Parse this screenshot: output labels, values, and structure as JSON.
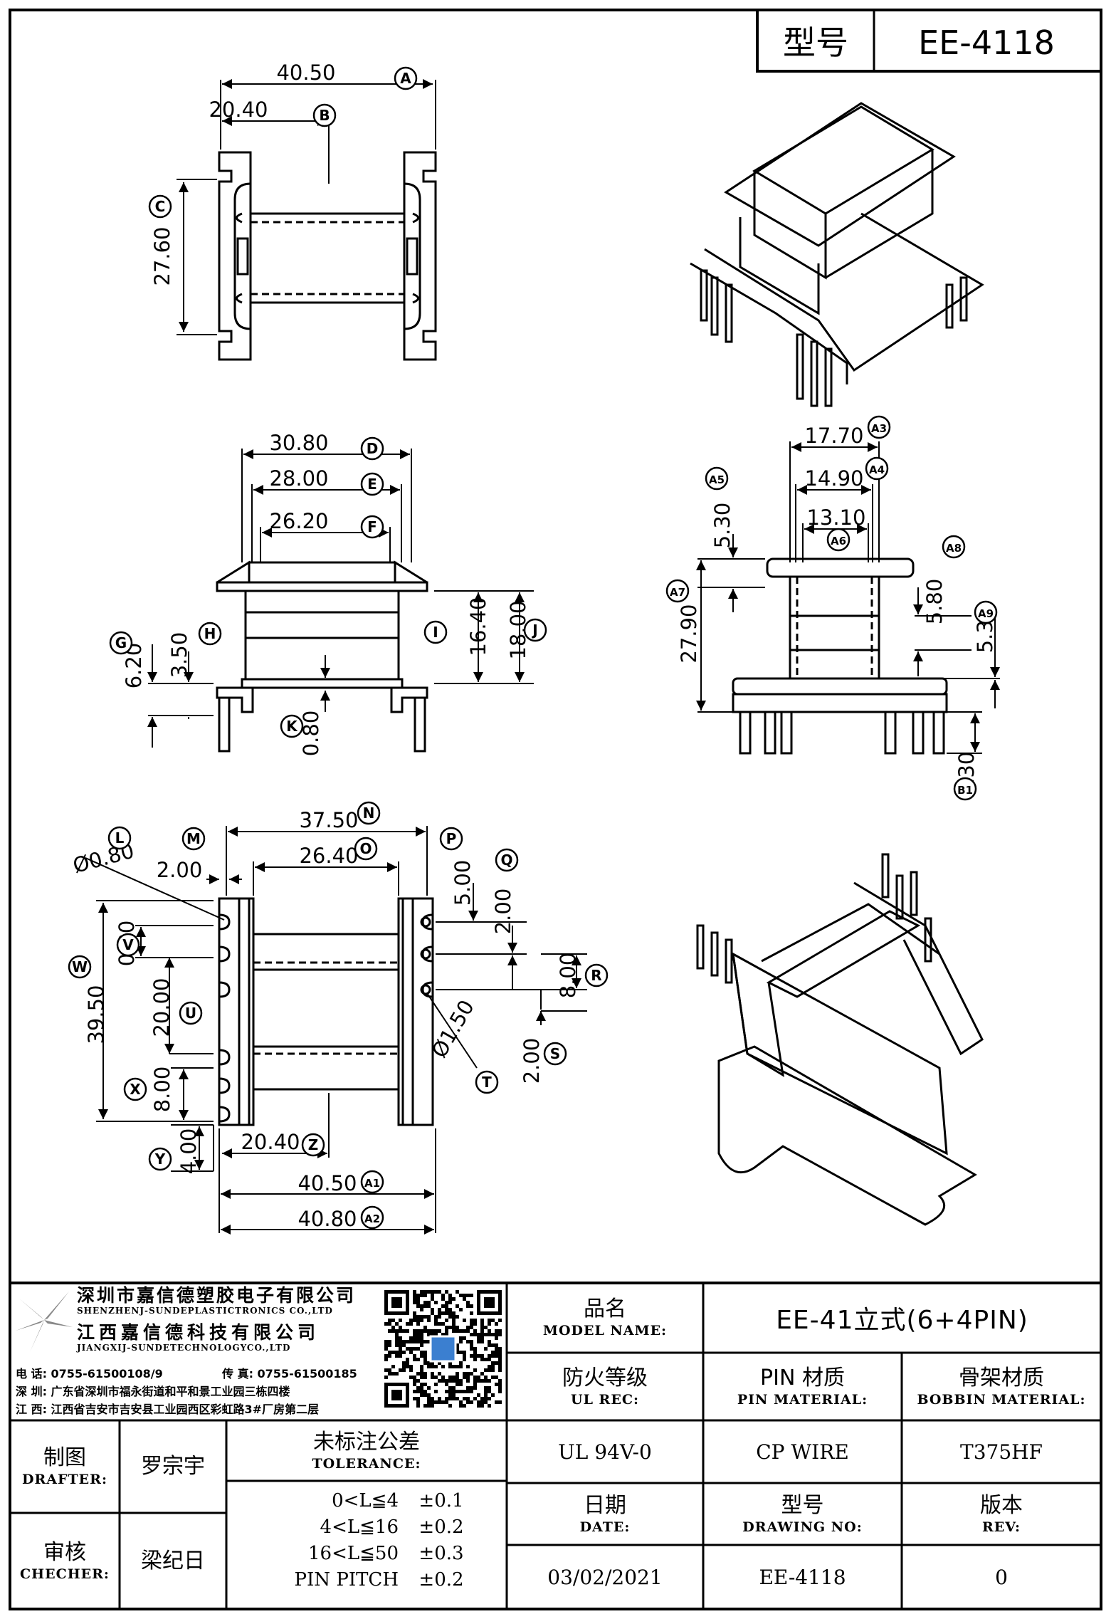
{
  "title_block": {
    "type_label": "型号",
    "type_value": "EE-4118"
  },
  "drawing": {
    "top_view": {
      "dims": [
        {
          "value": "40.50",
          "tag": "A"
        },
        {
          "value": "20.40",
          "tag": "B"
        },
        {
          "value": "27.60",
          "tag": "C"
        }
      ]
    },
    "front_view": {
      "dims": [
        {
          "value": "30.80",
          "tag": "D"
        },
        {
          "value": "28.00",
          "tag": "E"
        },
        {
          "value": "26.20",
          "tag": "F"
        },
        {
          "value": "6.20",
          "tag": "G"
        },
        {
          "value": "3.50",
          "tag": "H"
        },
        {
          "value": "16.40",
          "tag": "I"
        },
        {
          "value": "18.00",
          "tag": "J"
        },
        {
          "value": "0.80",
          "tag": "K"
        }
      ]
    },
    "side_view": {
      "dims": [
        {
          "value": "17.70",
          "tag": "A3"
        },
        {
          "value": "14.90",
          "tag": "A4"
        },
        {
          "value": "13.10",
          "tag": "A6"
        },
        {
          "value": "5.30",
          "tag": "A5"
        },
        {
          "value": "27.90",
          "tag": "A7"
        },
        {
          "value": "5.80",
          "tag": "A8"
        },
        {
          "value": "5.30",
          "tag": "A9"
        },
        {
          "value": "6.30",
          "tag": "B1"
        }
      ]
    },
    "bottom_view": {
      "dims": [
        {
          "value": "Ø0.80",
          "tag": "L"
        },
        {
          "value": "2.00",
          "tag": "M"
        },
        {
          "value": "37.50",
          "tag": "N"
        },
        {
          "value": "26.40",
          "tag": "O"
        },
        {
          "value": "5.00",
          "tag": "P"
        },
        {
          "value": "2.00",
          "tag": "Q"
        },
        {
          "value": "8.00",
          "tag": "R"
        },
        {
          "value": "2.00",
          "tag": "S"
        },
        {
          "value": "Ø1.50",
          "tag": "T"
        },
        {
          "value": "20.00",
          "tag": "U"
        },
        {
          "value": "0.80",
          "tag": "V"
        },
        {
          "value": "39.50",
          "tag": "W"
        },
        {
          "value": "8.00",
          "tag": "X"
        },
        {
          "value": "4.00",
          "tag": "Y"
        },
        {
          "value": "20.40",
          "tag": "Z"
        },
        {
          "value": "40.50",
          "tag": "A1"
        },
        {
          "value": "40.80",
          "tag": "A2"
        }
      ]
    }
  },
  "company": {
    "name_cn_1": "深圳市嘉信德塑胶电子有限公司",
    "name_en_1": "SHENZHENJ-SUNDEPLASTICTRONICS CO.,LTD",
    "name_cn_2": "江西嘉信德科技有限公司",
    "name_en_2": "JIANGXIJ-SUNDETECHNOLOGYCO.,LTD",
    "phone_line": "电 话: 0755-61500108/9",
    "fax_line": "传 真: 0755-61500185",
    "addr_sz": "深 圳: 广东省深圳市福永街道和平和景工业园三栋四楼",
    "addr_jx": "江 西: 江西省吉安市吉安县工业园西区彩虹路3#厂房第二层"
  },
  "info": {
    "model_name_cn": "品名",
    "model_name_en": "MODEL NAME:",
    "model_name_value": "EE-41立式(6+4PIN)",
    "ul_cn": "防火等级",
    "ul_en": "UL REC:",
    "pin_cn": "PIN 材质",
    "pin_en": "PIN MATERIAL:",
    "bobbin_cn": "骨架材质",
    "bobbin_en": "BOBBIN MATERIAL:",
    "ul_value": "UL 94V-0",
    "pin_value": "CP WIRE",
    "bobbin_value": "T375HF",
    "date_cn": "日期",
    "date_en": "DATE:",
    "drawno_cn": "型号",
    "drawno_en": "DRAWING NO:",
    "rev_cn": "版本",
    "rev_en": "REV:",
    "date_value": "03/02/2021",
    "drawno_value": "EE-4118",
    "rev_value": "0"
  },
  "signoff": {
    "drafter_cn": "制图",
    "drafter_en": "DRAFTER:",
    "drafter_name": "罗宗宇",
    "checker_cn": "审核",
    "checker_en": "CHECHER:",
    "checker_name": "梁纪日"
  },
  "tolerance": {
    "title_cn": "未标注公差",
    "title_en": "TOLERANCE:",
    "rows": [
      {
        "range": "0<L≦4",
        "tol": "±0.1"
      },
      {
        "range": "4<L≦16",
        "tol": "±0.2"
      },
      {
        "range": "16<L≦50",
        "tol": "±0.3"
      },
      {
        "range": "PIN PITCH",
        "tol": "±0.2"
      }
    ]
  }
}
